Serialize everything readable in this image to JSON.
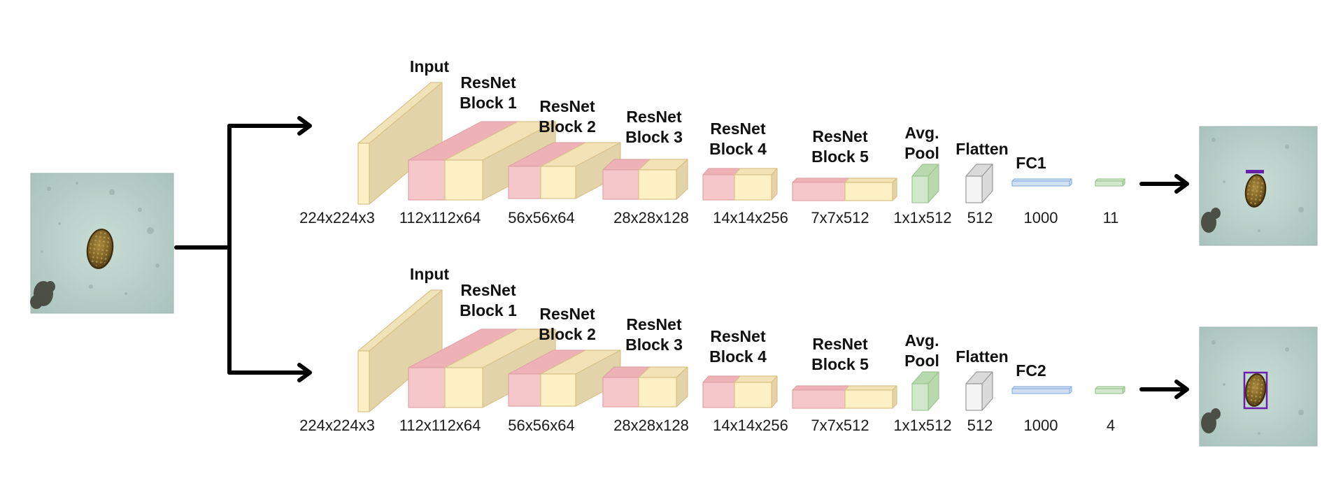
{
  "colors": {
    "input_face": "#fdf0c4",
    "input_side": "#e3d3a8",
    "input_top": "#f1e3b8",
    "input_edge": "#d9c28a",
    "pink_face": "#f5c7ca",
    "pink_top": "#eeb1b6",
    "pink_edge": "#e0a3a7",
    "yellow_face": "#fdf0c4",
    "yellow_top": "#f3e2b6",
    "yellow_side": "#e3d3a8",
    "green_face": "#d2e8cc",
    "green_side": "#b8d8ae",
    "green_edge": "#9fc593",
    "white_face": "#f4f4f4",
    "white_side": "#dadada",
    "white_edge": "#9a9a9a",
    "blue_face": "#cfe0f4",
    "blue_edge": "#8eb2dc",
    "arrow": "#000000",
    "micro_bg": "#b8cfc8",
    "egg": "#8a6d2c",
    "purple": "#6a1fa8"
  },
  "rows": [
    {
      "labels": {
        "input": "Input",
        "block1": [
          "ResNet",
          "Block 1"
        ],
        "block2": [
          "ResNet",
          "Block 2"
        ],
        "block3": [
          "ResNet",
          "Block 3"
        ],
        "block4": [
          "ResNet",
          "Block 4"
        ],
        "block5": [
          "ResNet",
          "Block 5"
        ],
        "avgpool": [
          "Avg.",
          "Pool"
        ],
        "flatten": "Flatten",
        "fc": "FC1"
      },
      "dims": [
        "224x224x3",
        "112x112x64",
        "56x56x64",
        "28x28x128",
        "14x14x256",
        "7x7x512",
        "1x1x512",
        "512",
        "1000",
        "11"
      ],
      "output_marker": "bar-icon"
    },
    {
      "labels": {
        "input": "Input",
        "block1": [
          "ResNet",
          "Block 1"
        ],
        "block2": [
          "ResNet",
          "Block 2"
        ],
        "block3": [
          "ResNet",
          "Block 3"
        ],
        "block4": [
          "ResNet",
          "Block 4"
        ],
        "block5": [
          "ResNet",
          "Block 5"
        ],
        "avgpool": [
          "Avg.",
          "Pool"
        ],
        "flatten": "Flatten",
        "fc": "FC2"
      },
      "dims": [
        "224x224x3",
        "112x112x64",
        "56x56x64",
        "28x28x128",
        "14x14x256",
        "7x7x512",
        "1x1x512",
        "512",
        "1000",
        "4"
      ],
      "output_marker": "bounding-box-icon"
    }
  ]
}
